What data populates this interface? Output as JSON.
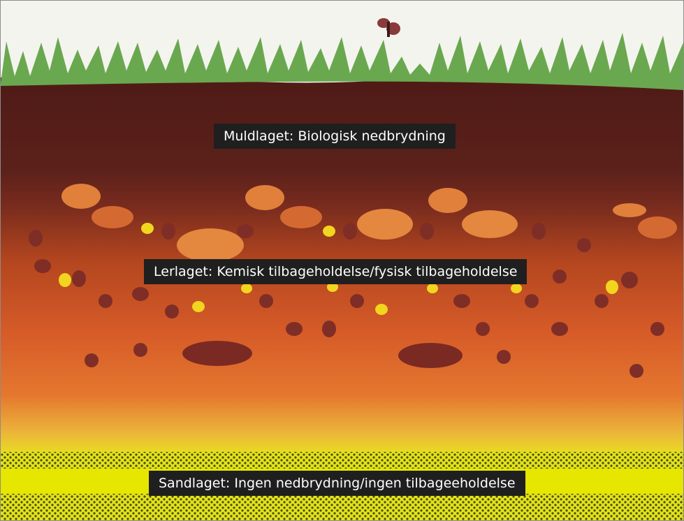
{
  "labels": {
    "muld": "Muldlaget: Biologisk nedbrydning",
    "ler": "Lerlaget: Kemisk tilbageholdelse/fysisk tilbageholdelse",
    "sand": "Sandlaget: Ingen nedbrydning/ingen tilbageeholdelse"
  },
  "colors": {
    "grass": "#6aa84f",
    "topsoil": "#5a1f1a",
    "clay": "#d9602a",
    "sand": "#e6e600",
    "label_bg": "#1f1f1f",
    "label_text": "#ffffff"
  }
}
